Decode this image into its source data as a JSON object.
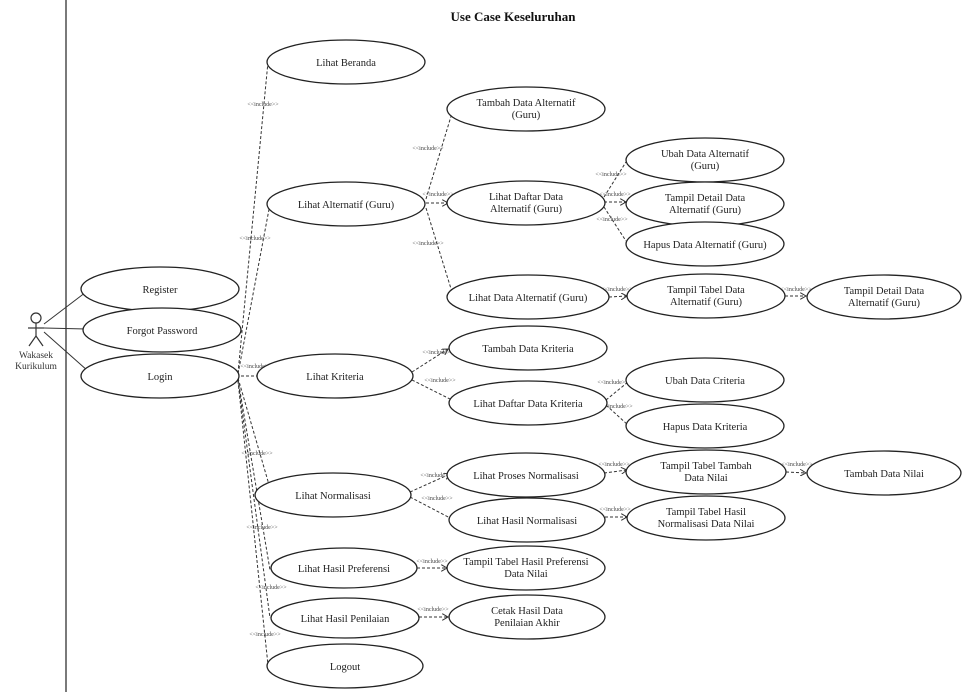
{
  "title": "Use Case Keseluruhan",
  "actor": {
    "label_lines": [
      "Wakasek",
      "Kurikulum"
    ]
  },
  "relation_label": "<<include>>",
  "use_cases": {
    "lihat_berandа": [
      "Lihat Beranda"
    ],
    "register": [
      "Register"
    ],
    "forgot_password": [
      "Forgot Password"
    ],
    "login": [
      "Login"
    ],
    "lihat_alternatif": [
      "Lihat Alternatif (Guru)"
    ],
    "tambah_alternatif": [
      "Tambah Data Alternatif",
      "(Guru)"
    ],
    "lihat_daftar_alternatif": [
      "Lihat Daftar Data",
      "Alternatif (Guru)"
    ],
    "ubah_alternatif": [
      "Ubah Data Alternatif",
      "(Guru)"
    ],
    "tampil_detail_alternatif": [
      "Tampil Detail Data",
      "Alternatif (Guru)"
    ],
    "hapus_alternatif": [
      "Hapus Data Alternatif (Guru)"
    ],
    "lihat_data_alternatif": [
      "Lihat Data Alternatif (Guru)"
    ],
    "tampil_tabel_alternatif": [
      "Tampil Tabel Data",
      "Alternatif (Guru)"
    ],
    "tampil_detail_alternatif_2": [
      "Tampil Detail Data",
      "Alternatif (Guru)"
    ],
    "lihat_kriteria": [
      "Lihat Kriteria"
    ],
    "tambah_kriteria": [
      "Tambah Data Kriteria"
    ],
    "lihat_daftar_kriteria": [
      "Lihat Daftar Data Kriteria"
    ],
    "ubah_kriteria": [
      "Ubah Data Criteria"
    ],
    "hapus_kriteria": [
      "Hapus Data Kriteria"
    ],
    "lihat_normalisasi": [
      "Lihat Normalisasi"
    ],
    "lihat_proses_normalisasi": [
      "Lihat Proses Normalisasi"
    ],
    "tampil_tabel_tambah_nilai": [
      "Tampil Tabel Tambah",
      "Data Nilai"
    ],
    "tambah_data_nilai": [
      "Tambah Data Nilai"
    ],
    "lihat_hasil_normalisasi": [
      "Lihat Hasil Normalisasi"
    ],
    "tampil_tabel_hasil_normalisasi": [
      "Tampil Tabel Hasil",
      "Normalisasi Data Nilai"
    ],
    "lihat_hasil_preferensi": [
      "Lihat Hasil Preferensi"
    ],
    "tampil_tabel_hasil_preferensi": [
      "Tampil Tabel Hasil Preferensi",
      "Data Nilai"
    ],
    "lihat_hasil_penilaian": [
      "Lihat Hasil Penilaian"
    ],
    "cetak_hasil_penilaian": [
      "Cetak Hasil Data",
      "Penilaian Akhir"
    ],
    "logout": [
      "Logout"
    ]
  }
}
